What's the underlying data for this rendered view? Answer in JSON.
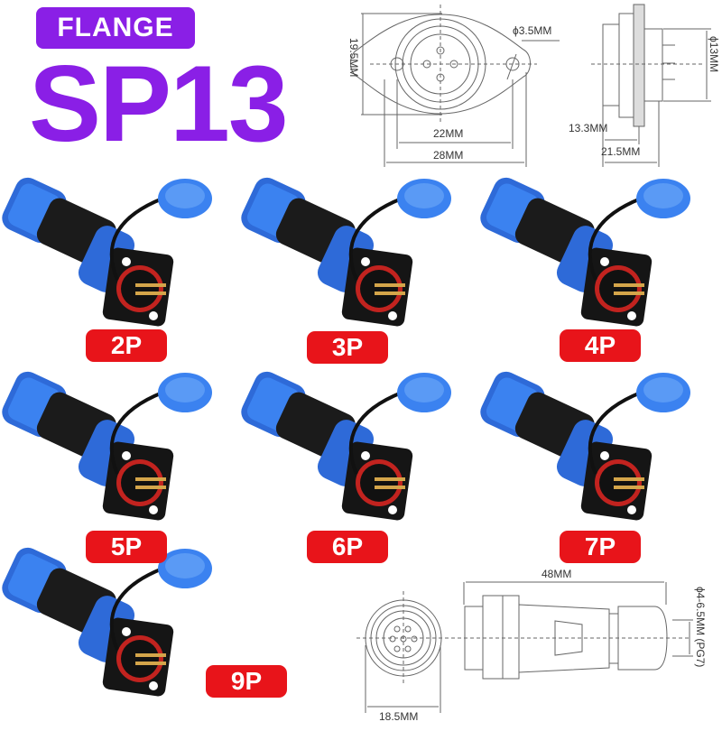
{
  "header": {
    "badge": "FLANGE",
    "title": "SP13"
  },
  "flange_drawing": {
    "height": "19.5MM",
    "hole": "ϕ3.5MM",
    "hole_spacing": "22MM",
    "width": "28MM"
  },
  "side_drawing": {
    "diameter": "ϕ13MM",
    "thread_length": "13.3MM",
    "length": "21.5MM"
  },
  "plug_drawing": {
    "face_diameter": "18.5MM",
    "length": "48MM",
    "cable_range": "ϕ4-6.5MM (PG7)"
  },
  "variants": [
    {
      "label": "2P",
      "pins": 2
    },
    {
      "label": "3P",
      "pins": 3
    },
    {
      "label": "4P",
      "pins": 4
    },
    {
      "label": "5P",
      "pins": 5
    },
    {
      "label": "6P",
      "pins": 6
    },
    {
      "label": "7P",
      "pins": 7
    },
    {
      "label": "9P",
      "pins": 9
    }
  ],
  "colors": {
    "brand": "#8a1fe6",
    "badge": "#e8141a",
    "connector_blue": "#2f6fe0"
  }
}
